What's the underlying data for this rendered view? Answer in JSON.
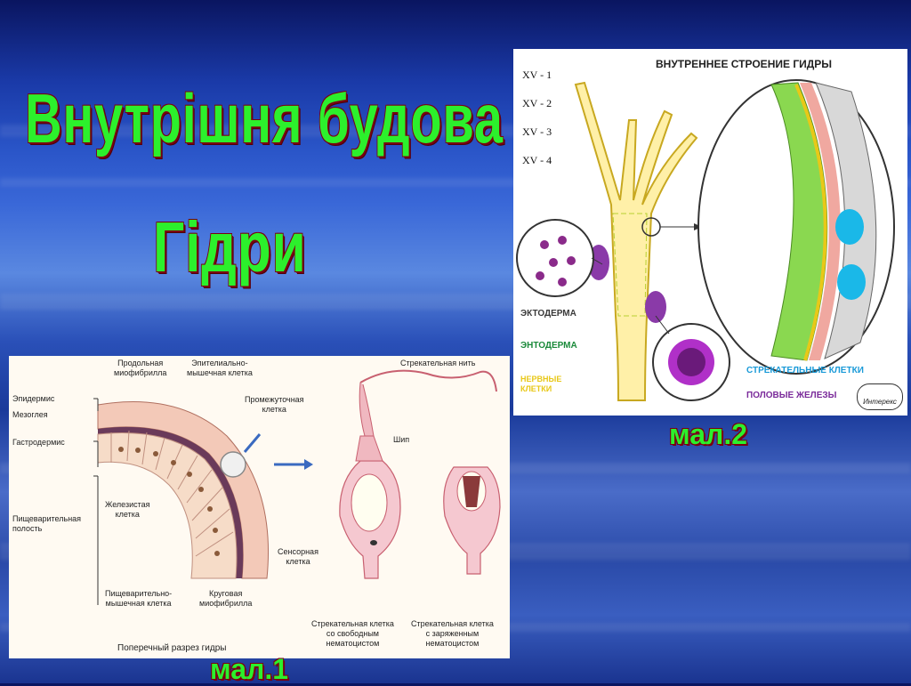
{
  "slide": {
    "title_line1": "Внутрішня будова",
    "title_line2": "Гідри",
    "caption1": "мал.1",
    "caption2": "мал.2"
  },
  "figure1": {
    "labels": {
      "prodolnaya": "Продольная\nмиофибрилла",
      "epitel": "Эпителиально-\nмышечная клетка",
      "strekat_nit": "Стрекательная нить",
      "epidermis": "Эпидермис",
      "mezogleya": "Мезоглея",
      "promezh": "Промежуточная\nклетка",
      "gastrodermis": "Гастродермис",
      "ship": "Шип",
      "zhelezistaya": "Железистая\nклетка",
      "pishch_polost": "Пищеварительная\nполость",
      "sensornaya": "Сенсорная\nклетка",
      "pishch_myshech": "Пищеварительно-\nмышечная клетка",
      "krugovaya": "Круговая\nмиофибрилла",
      "strek_svob": "Стрекательная клетка\nсо свободным\nнематоцистом",
      "strek_zar": "Стрекательная клетка\nс заряженным\nнематоцистом",
      "razrez": "Поперечный разрез гидры"
    }
  },
  "figure2": {
    "title": "ВНУТРЕННЕЕ СТРОЕНИЕ ГИДРЫ",
    "xv": [
      "XV - 1",
      "XV - 2",
      "XV - 3",
      "XV - 4"
    ],
    "ektoderma": "ЭКТОДЕРМА",
    "entoderma": "ЭНТОДЕРМА",
    "nervnye": "НЕРВНЫЕ\nКЛЕТКИ",
    "strekatelnye": "СТРЕКАТЕЛЬНЫЕ КЛЕТКИ",
    "polovye": "ПОЛОВЫЕ ЖЕЛЕЗЫ",
    "logo": "Интерекс",
    "colors": {
      "ekto": "#3a3a3a",
      "ento": "#1a8a3a",
      "nerv": "#e8c818",
      "strek": "#1a9ad8",
      "polov": "#7a2a9a"
    }
  }
}
